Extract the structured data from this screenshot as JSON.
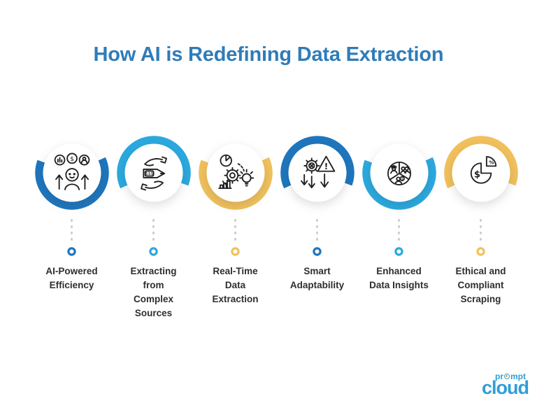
{
  "title": "How AI is Redefining Data Extraction",
  "theme": {
    "title_color": "#2F7CB9",
    "dark_blue": "#1E76BE",
    "cyan": "#2BA9DF",
    "yellow": "#F1C15C",
    "label_color": "#2E2E2E",
    "dot_color": "#CDCDCD",
    "icon_stroke": "#1F1F1F"
  },
  "items": [
    {
      "label": "AI-Powered Efficiency",
      "lines": [
        "AI-Powered",
        "Efficiency"
      ],
      "accent": "#1E76BE",
      "arc": "bottom",
      "icon": "ai-efficiency-icon"
    },
    {
      "label": "Extracting from Complex Sources",
      "lines": [
        "Extracting",
        "from",
        "Complex",
        "Sources"
      ],
      "accent": "#2BA9DF",
      "arc": "top",
      "icon": "hands-price-tag-icon"
    },
    {
      "label": "Real-Time Data Extraction",
      "lines": [
        "Real-Time",
        "Data",
        "Extraction"
      ],
      "accent": "#F1C15C",
      "arc": "bottom",
      "icon": "gear-analytics-bulb-icon"
    },
    {
      "label": "Smart Adaptability",
      "lines": [
        "Smart",
        "Adaptability"
      ],
      "accent": "#1E76BE",
      "arc": "top",
      "icon": "gear-warning-arrows-icon"
    },
    {
      "label": "Enhanced Data Insights",
      "lines": [
        "Enhanced",
        "Data Insights"
      ],
      "accent": "#2BA9DF",
      "arc": "bottom",
      "icon": "people-pie-icon"
    },
    {
      "label": "Ethical and Compliant Scraping",
      "lines": [
        "Ethical and",
        "Compliant",
        "Scraping"
      ],
      "accent": "#F1C15C",
      "arc": "top",
      "icon": "dollar-percent-pie-icon"
    }
  ],
  "icon_glyphs": {
    "dollar": "$",
    "triple_dollar": "$$$",
    "percent": "%",
    "exclamation": "!"
  },
  "logo": {
    "top_left": "pr",
    "top_right": "mpt",
    "bottom": "cloud",
    "color": "#2E9FD8",
    "dot_color": "#F5A83C"
  }
}
